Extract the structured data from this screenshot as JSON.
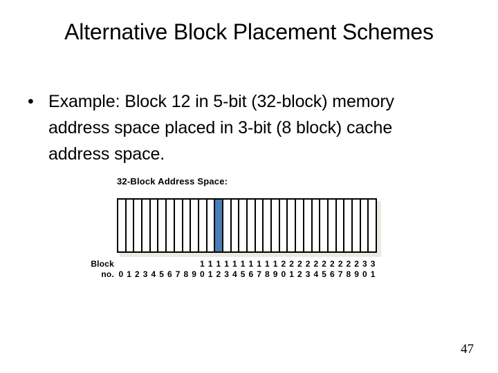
{
  "slide": {
    "title": "Alternative Block Placement Schemes",
    "bullets": [
      {
        "marker": "•",
        "text": "Example: Block 12 in 5-bit (32-block) memory address space placed in 3-bit (8 block) cache address space."
      }
    ],
    "page_number": "47"
  },
  "diagram": {
    "caption": "32-Block Address Space:",
    "axis_label_line1": "Block",
    "axis_label_line2": "no.",
    "total_blocks": 32,
    "highlighted_block": 12,
    "highlight_color": "#4a7ebb",
    "grid_border_color": "#000000",
    "grid_fill_color": "#ffffff",
    "shadow_color": "#ece9e0",
    "tens_digits": [
      "",
      "",
      "",
      "",
      "",
      "",
      "",
      "",
      "",
      "",
      "1",
      "1",
      "1",
      "1",
      "1",
      "1",
      "1",
      "1",
      "1",
      "1",
      "2",
      "2",
      "2",
      "2",
      "2",
      "2",
      "2",
      "2",
      "2",
      "2",
      "3",
      "3"
    ],
    "ones_digits": [
      "0",
      "1",
      "2",
      "3",
      "4",
      "5",
      "6",
      "7",
      "8",
      "9",
      "0",
      "1",
      "2",
      "3",
      "4",
      "5",
      "6",
      "7",
      "8",
      "9",
      "0",
      "1",
      "2",
      "3",
      "4",
      "5",
      "6",
      "7",
      "8",
      "9",
      "0",
      "1"
    ]
  }
}
